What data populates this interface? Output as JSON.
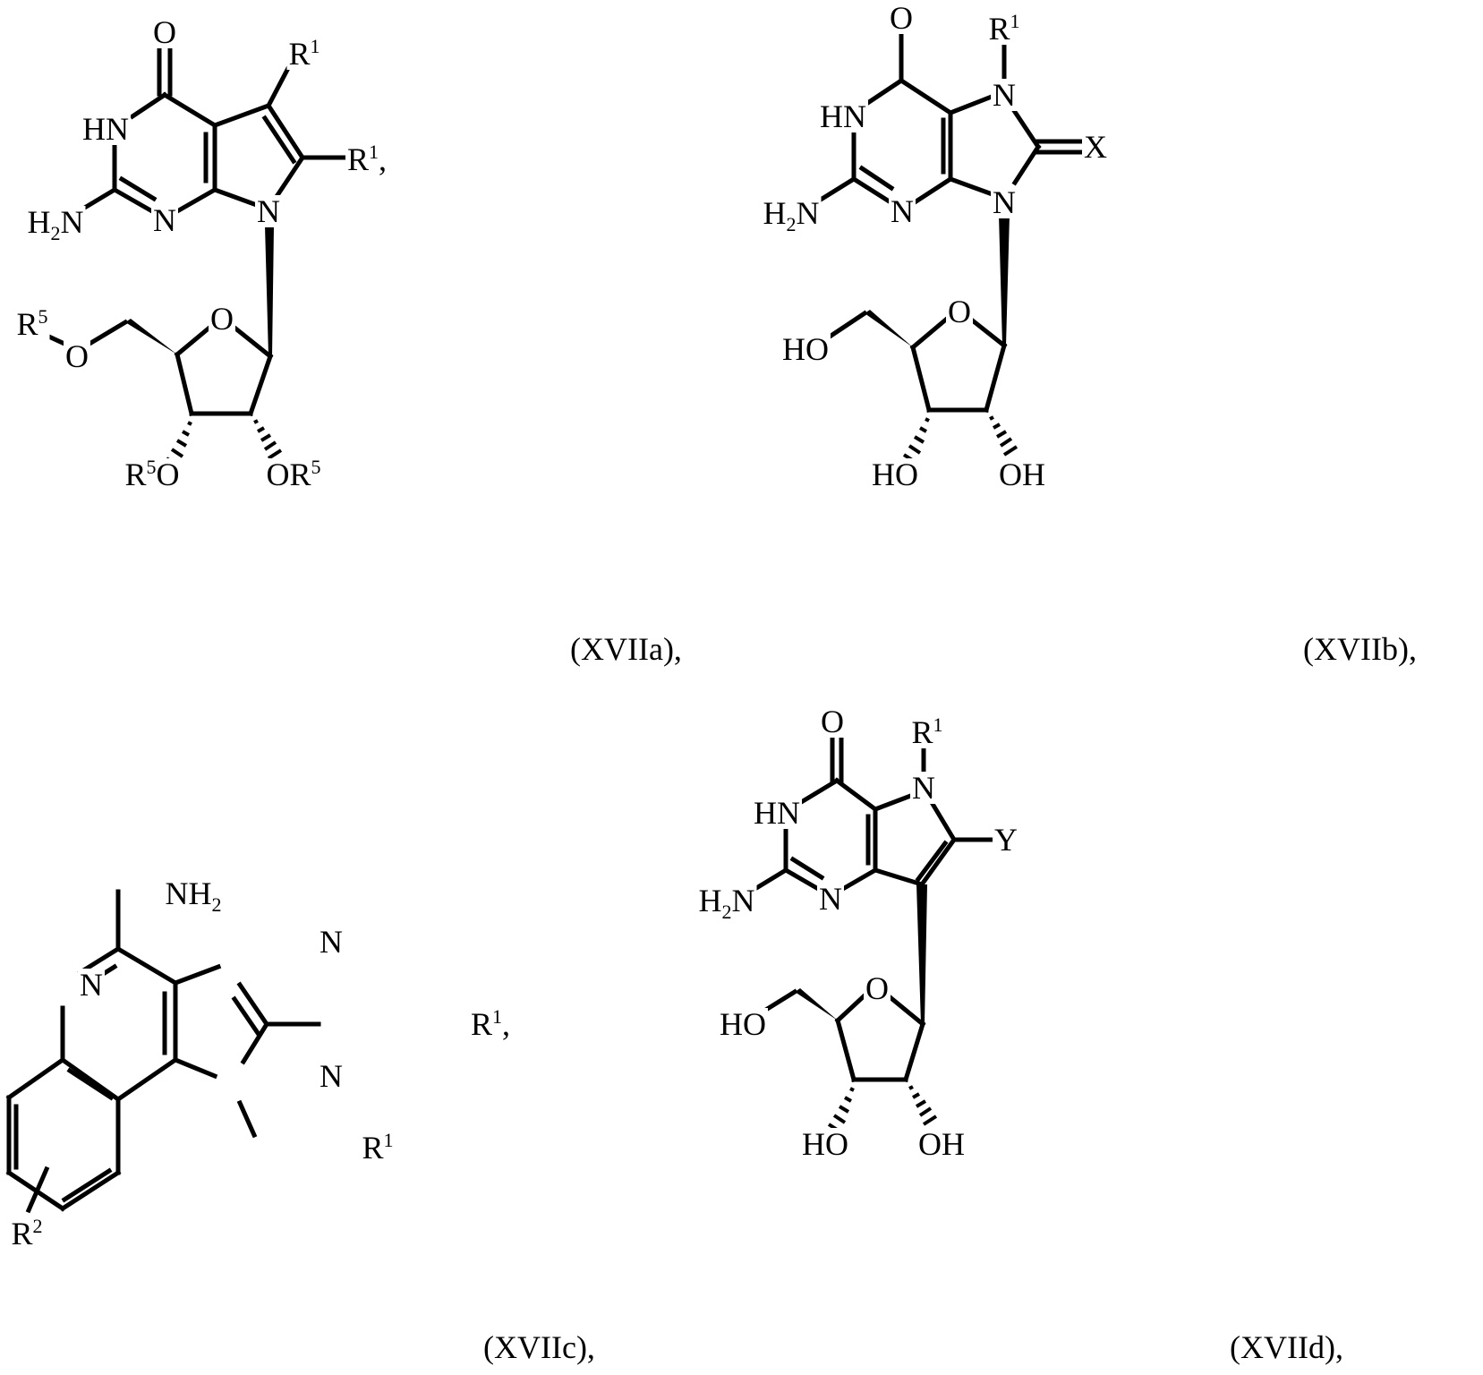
{
  "figure": {
    "structures": [
      {
        "id": "XVIIa",
        "caption": "(XVIIa),",
        "atoms": {
          "o_top": "O",
          "hn": "HN",
          "h2n_h": "H",
          "h2n_sub": "2",
          "h2n_n": "N",
          "n_ring": "N",
          "n9": "N",
          "r1a": "R",
          "r1a_sup": "1",
          "r1b": "R",
          "r1b_sup": "1",
          "r1b_trail": ",",
          "ring_o": "O",
          "r5_top": "R",
          "r5_top_sup": "5",
          "o5": "O",
          "r5o_r": "R",
          "r5o_sup": "5",
          "r5o_o": "O",
          "or5_o": "OR",
          "or5_sup": "5"
        }
      },
      {
        "id": "XVIIb",
        "caption": "(XVIIb),",
        "atoms": {
          "o_top": "O",
          "r1": "R",
          "r1_sup": "1",
          "n7": "N",
          "hn": "HN",
          "x": "X",
          "h2n_h": "H",
          "h2n_sub": "2",
          "h2n_n": "N",
          "n_ring": "N",
          "n9": "N",
          "ring_o": "O",
          "ho_top": "HO",
          "ho_left": "HO",
          "oh_right": "OH"
        }
      },
      {
        "id": "XVIIc",
        "caption": "(XVIIc),",
        "atoms": {
          "nh2_n": "NH",
          "nh2_sub": "2",
          "n_left": "N",
          "n_top": "N",
          "n_bottom": "N",
          "r1_right": "R",
          "r1_right_sup": "1",
          "r1_right_trail": ",",
          "r1_bottom": "R",
          "r1_bottom_sup": "1",
          "r2": "R",
          "r2_sup": "2"
        }
      },
      {
        "id": "XVIId",
        "caption": "(XVIId),",
        "atoms": {
          "o_top": "O",
          "r1": "R",
          "r1_sup": "1",
          "n": "N",
          "hn": "HN",
          "y": "Y",
          "h2n_h": "H",
          "h2n_sub": "2",
          "h2n_n": "N",
          "n_ring": "N",
          "ring_o": "O",
          "ho_top": "HO",
          "ho_left": "HO",
          "oh_right": "OH"
        }
      }
    ]
  }
}
